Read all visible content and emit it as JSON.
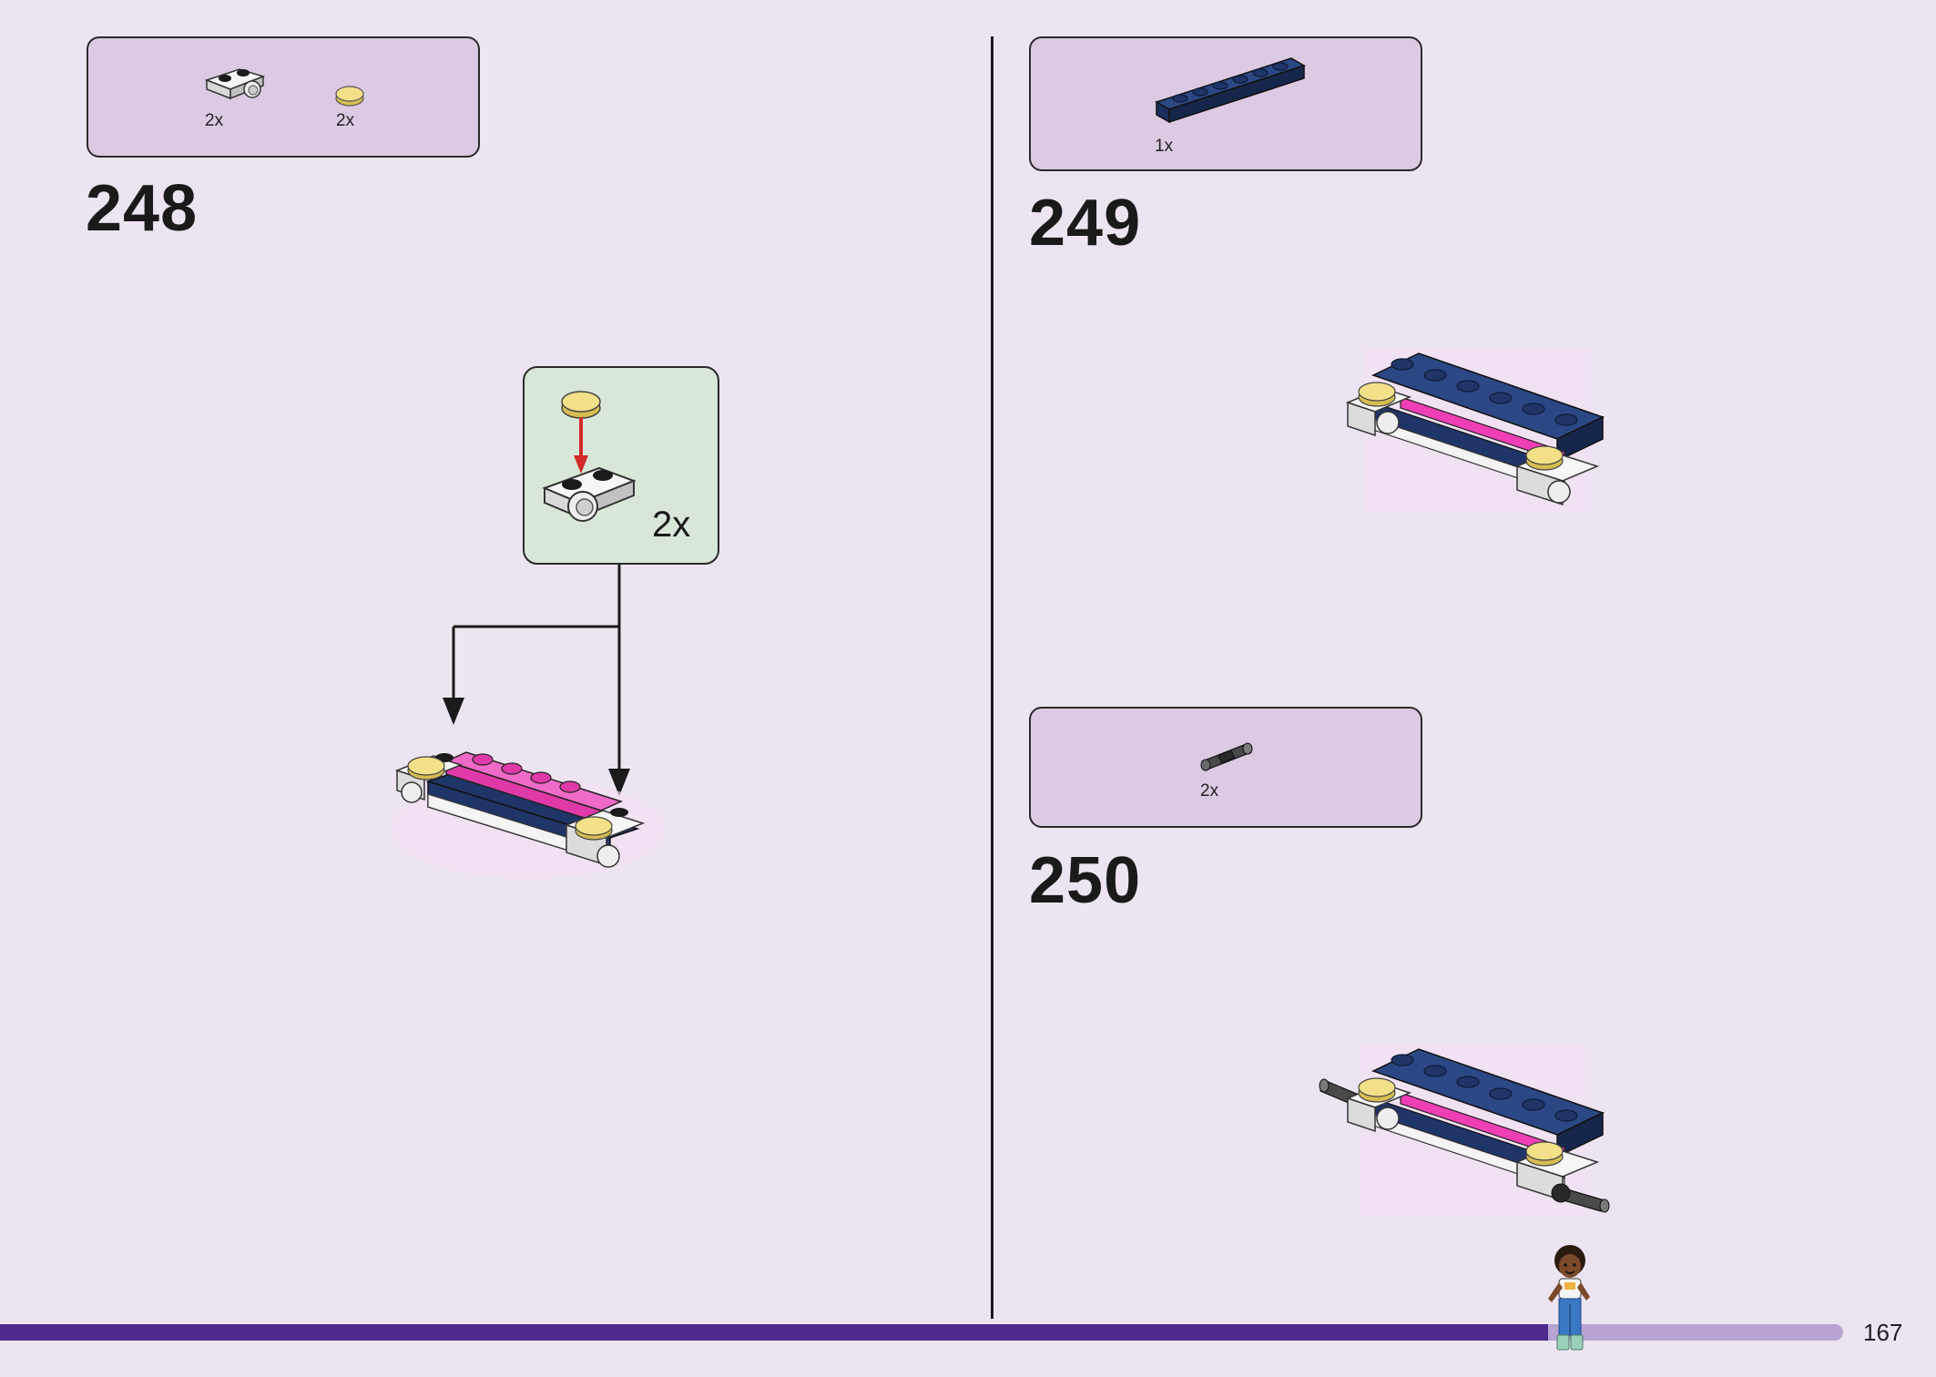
{
  "progress": {
    "fraction": 0.84
  },
  "page_number": "167",
  "colors": {
    "background": "#ede4f2",
    "parts_box": "#dccae2",
    "callout": "#d8e7d8",
    "progress_fill": "#4d2a8c",
    "progress_track": "#b7a4d3",
    "magenta": "#ef3fb6",
    "navy": "#1f3568",
    "yellow_tile": "#f3e089",
    "arrow_red": "#d42a2a"
  },
  "steps": [
    {
      "number": "248",
      "parts": [
        {
          "icon": "white-plate-with-pin-hole-icon",
          "qty": "2x"
        },
        {
          "icon": "yellow-round-tile-icon",
          "qty": "2x"
        }
      ],
      "callout": {
        "qty": "2x"
      }
    },
    {
      "number": "249",
      "parts": [
        {
          "icon": "navy-plate-1x6-icon",
          "qty": "1x"
        }
      ]
    },
    {
      "number": "250",
      "parts": [
        {
          "icon": "black-axle-pin-icon",
          "qty": "2x"
        }
      ]
    }
  ]
}
